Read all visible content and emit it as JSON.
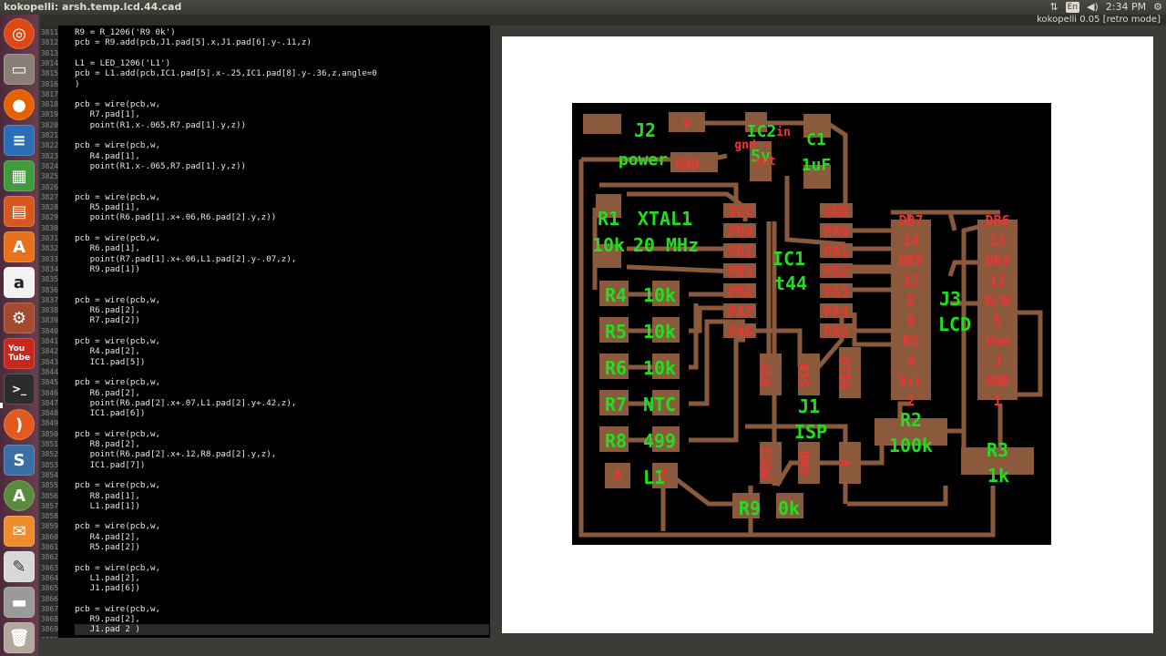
{
  "topbar": {
    "title": "kokopelli:  arsh.temp.lcd.44.cad",
    "kb": "En",
    "time": "2:34 PM"
  },
  "app_name": "kokopelli 0.05 [retro mode]",
  "launcher": {
    "icons": [
      "ubuntu-icon",
      "files-icon",
      "firefox-icon",
      "writer-icon",
      "calc-icon",
      "impress-icon",
      "software-center-icon",
      "amazon-icon",
      "settings-icon",
      "youtube-icon",
      "terminal-icon",
      "rss-icon",
      "python-icon",
      "update-icon",
      "mail-icon",
      "text-editor-icon",
      "drive-icon",
      "trash-icon"
    ]
  },
  "editor": {
    "lines": [
      {
        "n": "3811",
        "t": "R9 = R_1206('R9 0k')"
      },
      {
        "n": "3812",
        "t": "pcb = R9.add(pcb,J1.pad[5].x,J1.pad[6].y-.11,z)"
      },
      {
        "n": "3813",
        "t": ""
      },
      {
        "n": "3814",
        "t": "L1 = LED_1206('L1')"
      },
      {
        "n": "3815",
        "t": "pcb = L1.add(pcb,IC1.pad[5].x-.25,IC1.pad[8].y-.36,z,angle=0"
      },
      {
        "n": "3816",
        "t": ")"
      },
      {
        "n": "3817",
        "t": ""
      },
      {
        "n": "3818",
        "t": "pcb = wire(pcb,w,"
      },
      {
        "n": "3819",
        "t": "   R7.pad[1],"
      },
      {
        "n": "3820",
        "t": "   point(R1.x-.065,R7.pad[1].y,z))"
      },
      {
        "n": "3821",
        "t": ""
      },
      {
        "n": "3822",
        "t": "pcb = wire(pcb,w,"
      },
      {
        "n": "3823",
        "t": "   R4.pad[1],"
      },
      {
        "n": "3824",
        "t": "   point(R1.x-.065,R7.pad[1].y,z))"
      },
      {
        "n": "3825",
        "t": ""
      },
      {
        "n": "3826",
        "t": ""
      },
      {
        "n": "3827",
        "t": "pcb = wire(pcb,w,"
      },
      {
        "n": "3828",
        "t": "   R5.pad[1],"
      },
      {
        "n": "3829",
        "t": "   point(R6.pad[1].x+.06,R6.pad[2].y,z))"
      },
      {
        "n": "3830",
        "t": ""
      },
      {
        "n": "3831",
        "t": "pcb = wire(pcb,w,"
      },
      {
        "n": "3832",
        "t": "   R6.pad[1],"
      },
      {
        "n": "3833",
        "t": "   point(R7.pad[1].x+.06,L1.pad[2].y-.07,z),"
      },
      {
        "n": "3834",
        "t": "   R9.pad[1])"
      },
      {
        "n": "3835",
        "t": ""
      },
      {
        "n": "3836",
        "t": ""
      },
      {
        "n": "3837",
        "t": "pcb = wire(pcb,w,"
      },
      {
        "n": "3838",
        "t": "   R6.pad[2],"
      },
      {
        "n": "3839",
        "t": "   R7.pad[2])"
      },
      {
        "n": "3840",
        "t": ""
      },
      {
        "n": "3841",
        "t": "pcb = wire(pcb,w,"
      },
      {
        "n": "3842",
        "t": "   R4.pad[2],"
      },
      {
        "n": "3843",
        "t": "   IC1.pad[5])"
      },
      {
        "n": "3844",
        "t": ""
      },
      {
        "n": "3845",
        "t": "pcb = wire(pcb,w,"
      },
      {
        "n": "3846",
        "t": "   R6.pad[2],"
      },
      {
        "n": "3847",
        "t": "   point(R6.pad[2].x+.07,L1.pad[2].y+.42,z),"
      },
      {
        "n": "3848",
        "t": "   IC1.pad[6])"
      },
      {
        "n": "3849",
        "t": ""
      },
      {
        "n": "3850",
        "t": "pcb = wire(pcb,w,"
      },
      {
        "n": "3851",
        "t": "   R8.pad[2],"
      },
      {
        "n": "3852",
        "t": "   point(R6.pad[2].x+.12,R8.pad[2].y,z),"
      },
      {
        "n": "3853",
        "t": "   IC1.pad[7])"
      },
      {
        "n": "3854",
        "t": ""
      },
      {
        "n": "3855",
        "t": "pcb = wire(pcb,w,"
      },
      {
        "n": "3856",
        "t": "   R8.pad[1],"
      },
      {
        "n": "3857",
        "t": "   L1.pad[1])"
      },
      {
        "n": "3858",
        "t": ""
      },
      {
        "n": "3859",
        "t": "pcb = wire(pcb,w,"
      },
      {
        "n": "3860",
        "t": "   R4.pad[2],"
      },
      {
        "n": "3861",
        "t": "   R5.pad[2])"
      },
      {
        "n": "3862",
        "t": ""
      },
      {
        "n": "3863",
        "t": "pcb = wire(pcb,w,"
      },
      {
        "n": "3864",
        "t": "   L1.pad[2],"
      },
      {
        "n": "3865",
        "t": "   J1.pad[6])"
      },
      {
        "n": "3866",
        "t": ""
      },
      {
        "n": "3867",
        "t": "pcb = wire(pcb,w,"
      },
      {
        "n": "3868",
        "t": "   R9.pad[2],"
      },
      {
        "n": "3869",
        "t": "   J1.pad 2 )"
      },
      {
        "n": "3870",
        "t": ""
      }
    ]
  },
  "pcb": {
    "colors": {
      "copper": "#8b5a3c",
      "part_label": "#22dd22",
      "pad_label": "#ee3333",
      "board": "#000000",
      "canvas": "#ffffff"
    },
    "part_labels": [
      "J2",
      "power",
      "IC2",
      "5v",
      "C1",
      "1uF",
      "R1",
      "XTAL1",
      "10k",
      "20 MHz",
      "IC1",
      "t44",
      "R4",
      "10k",
      "R5",
      "10k",
      "R6",
      "10k",
      "R7",
      "NTC",
      "R8",
      "499",
      "L1",
      "R9",
      "0k",
      "J1",
      "ISP",
      "R2",
      "100k",
      "J3",
      "LCD",
      "R3",
      "1k"
    ],
    "pad_labels": [
      "V",
      "GND",
      "gnd",
      "in",
      "out",
      "VCC",
      "PB0",
      "PB1",
      "PB3",
      "PB2",
      "PA7",
      "PA6",
      "GND",
      "PA0",
      "PA1",
      "PA2",
      "PA3",
      "PA4",
      "PA5",
      "RST",
      "SCK",
      "MISO",
      "MOSI",
      "GND",
      "V",
      "A",
      "C",
      "DB7",
      "14",
      "DB5",
      "12",
      "E",
      "6",
      "RS",
      "4",
      "Vcc",
      "2",
      "DB6",
      "13",
      "DB4",
      "11",
      "R/W",
      "5",
      "Vee",
      "3",
      "GND",
      "1"
    ]
  }
}
